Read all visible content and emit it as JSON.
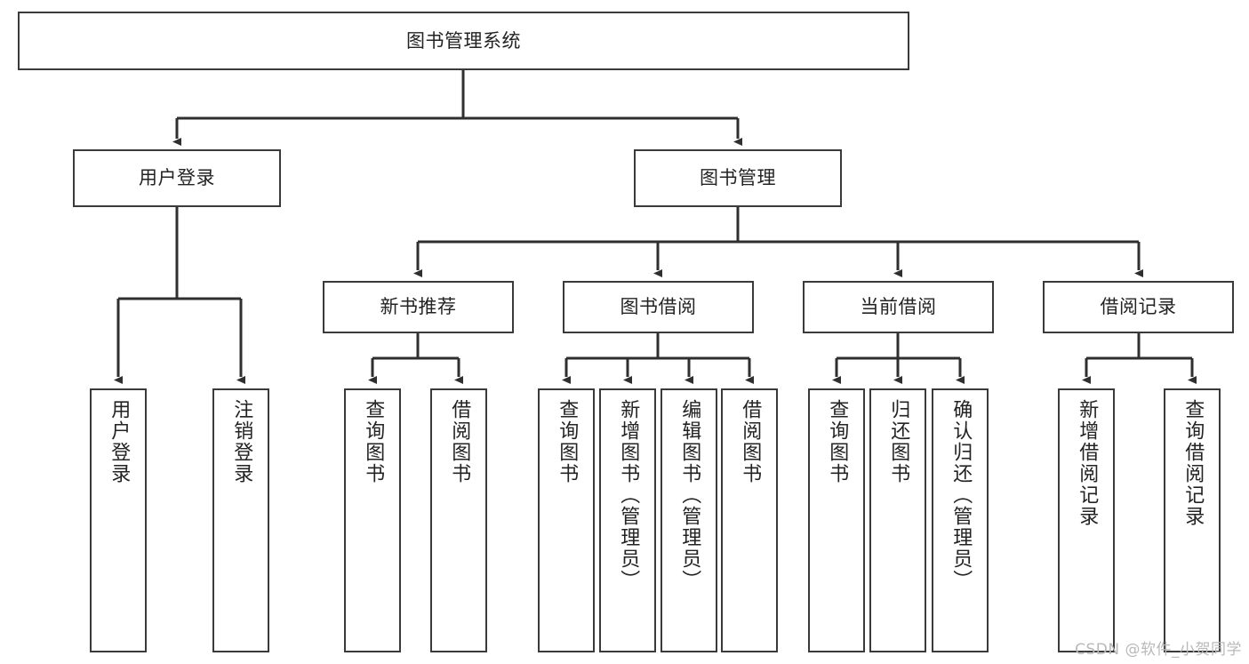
{
  "diagram": {
    "title": "图书管理系统",
    "type": "tree",
    "colors": {
      "background": "#ffffff",
      "node_border": "#3a3a3a",
      "node_fill": "#ffffff",
      "edge": "#2f2f2f",
      "text": "#232323",
      "watermark": "#b9b9b9"
    },
    "levels": {
      "root": {
        "label": "图书管理系统"
      },
      "level2": [
        {
          "label": "用户登录"
        },
        {
          "label": "图书管理"
        }
      ],
      "level3": [
        {
          "label": "新书推荐"
        },
        {
          "label": "图书借阅"
        },
        {
          "label": "当前借阅"
        },
        {
          "label": "借阅记录"
        }
      ],
      "leaves": {
        "user_login": [
          {
            "label": "用户登录"
          },
          {
            "label": "注销登录"
          }
        ],
        "new_book_recommend": [
          {
            "label": "查询图书"
          },
          {
            "label": "借阅图书"
          }
        ],
        "book_borrow": [
          {
            "label": "查询图书"
          },
          {
            "label": "新增图书（管理员）"
          },
          {
            "label": "编辑图书（管理员）"
          },
          {
            "label": "借阅图书"
          }
        ],
        "current_borrow": [
          {
            "label": "查询图书"
          },
          {
            "label": "归还图书"
          },
          {
            "label": "确认归还（管理员）"
          }
        ],
        "borrow_record": [
          {
            "label": "新增借阅记录"
          },
          {
            "label": "查询借阅记录"
          }
        ]
      }
    }
  },
  "watermark": {
    "text": "CSDN @软件_小贺同学"
  }
}
